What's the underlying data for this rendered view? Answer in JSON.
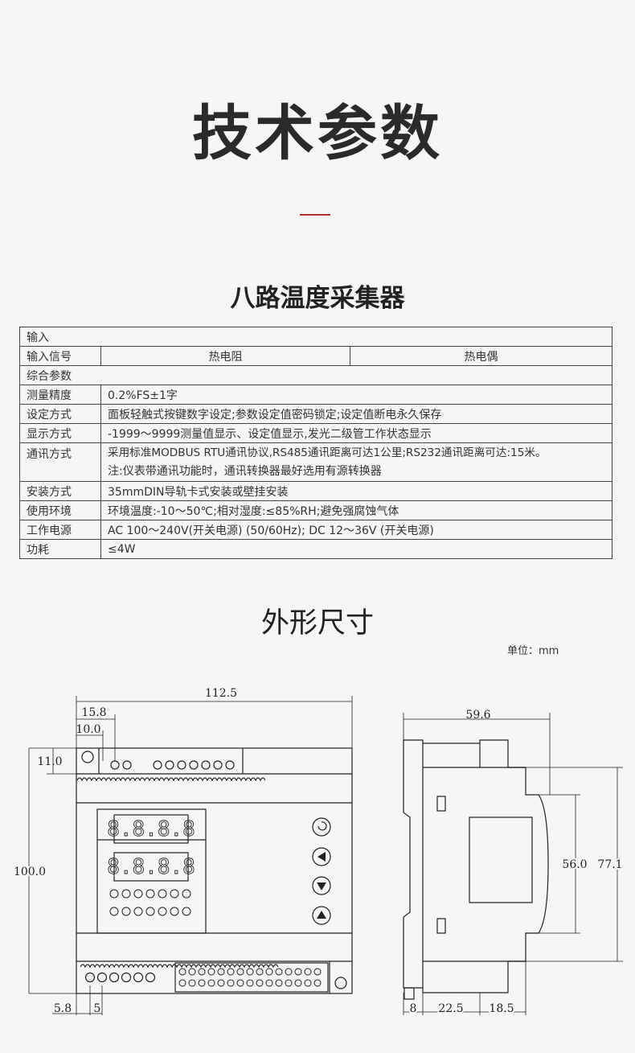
{
  "page": {
    "main_title": "技术参数",
    "product_title": "八路温度采集器",
    "dimensions_title": "外形尺寸",
    "unit_label": "单位：mm",
    "accent_color": "#b3312e"
  },
  "spec_table": {
    "section_input": "输入",
    "input_signal_label": "输入信号",
    "input_signal_rtd": "热电阻",
    "input_signal_tc": "热电偶",
    "section_general": "综合参数",
    "rows": [
      {
        "label": "测量精度",
        "value": "0.2%FS±1字"
      },
      {
        "label": "设定方式",
        "value": "面板轻触式按键数字设定;参数设定值密码锁定;设定值断电永久保存"
      },
      {
        "label": "显示方式",
        "value": "-1999～9999测量值显示、设定值显示,发光二级管工作状态显示"
      },
      {
        "label": "通讯方式",
        "value": "采用标准MODBUS RTU通讯协议,RS485通讯距离可达1公里;RS232通讯距离可达:15米。",
        "value2": "注:仪表带通讯功能时，通讯转换器最好选用有源转换器"
      },
      {
        "label": "安装方式",
        "value": "35mmDIN导轨卡式安装或壁挂安装"
      },
      {
        "label": "使用环境",
        "value": "环境温度:-10～50℃;相对湿度:≤85%RH;避免强腐蚀气体"
      },
      {
        "label": "工作电源",
        "value": "AC 100～240V(开关电源) (50/60Hz); DC 12～36V (开关电源)"
      },
      {
        "label": "功耗",
        "value": "≤4W"
      }
    ]
  },
  "dimensions": {
    "front": {
      "width_total": "112.5",
      "offset_1": "15.8",
      "offset_2": "10.0",
      "top_offset": "11.0",
      "height_total": "100.0",
      "bottom_1": "5.8",
      "bottom_2": "5"
    },
    "side": {
      "depth_total": "59.6",
      "height_inner": "56.0",
      "height_total": "77.1",
      "depth_1": "8",
      "depth_2": "22.5",
      "depth_3": "18.5"
    },
    "display_digits": "8.8.8.8"
  }
}
